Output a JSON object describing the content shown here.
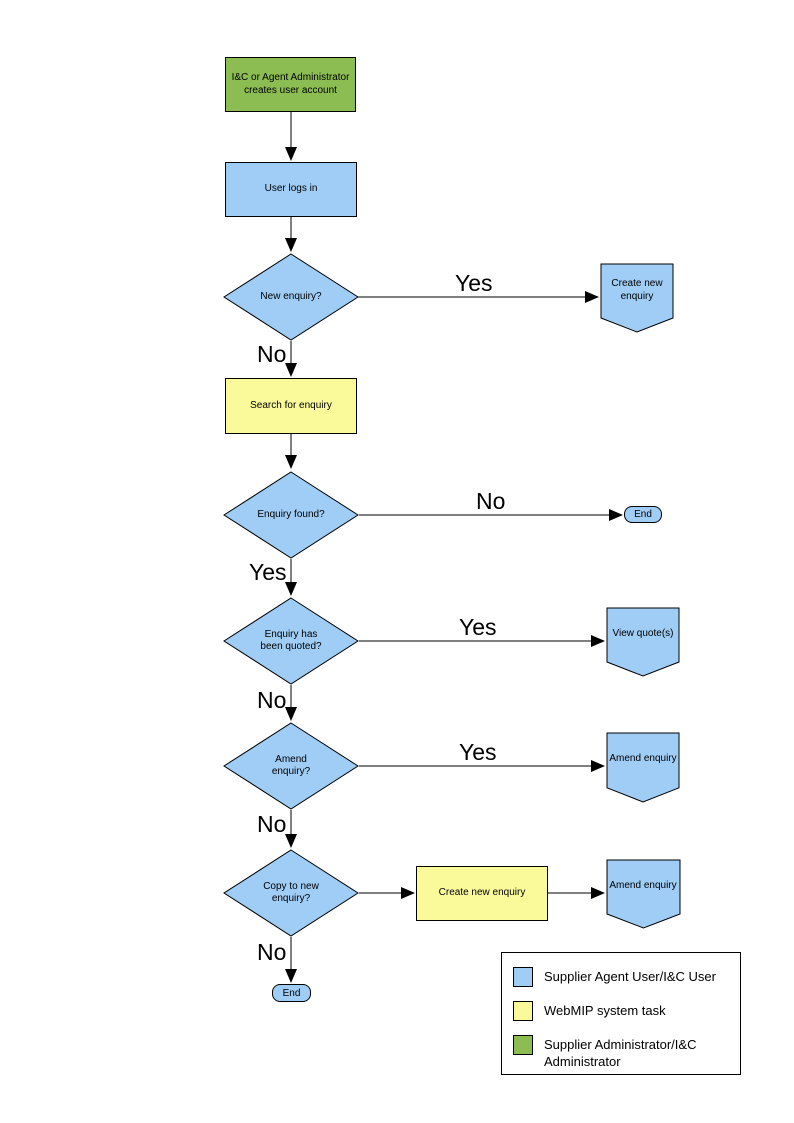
{
  "colors": {
    "user": "#9FCDF5",
    "system": "#FAFA9B",
    "admin": "#8CBD52",
    "line": "#000000"
  },
  "flowchart": {
    "nodes": {
      "create_account": "I&C or Agent Administrator creates user account",
      "user_logs_in": "User logs in",
      "new_enquiry_q": "New enquiry?",
      "create_new_enquiry_ref": "Create new enquiry",
      "search_for_enquiry": "Search for enquiry",
      "enquiry_found_q": "Enquiry found?",
      "end_right": "End",
      "enquiry_quoted_q": "Enquiry has been quoted?",
      "view_quotes_ref": "View quote(s)",
      "amend_enquiry_q": "Amend enquiry?",
      "amend_enquiry_ref": "Amend enquiry",
      "copy_to_new_q": "Copy to new enquiry?",
      "create_new_enquiry_task": "Create new enquiry",
      "amend_enquiry_ref2": "Amend enquiry",
      "end_bottom": "End"
    },
    "edge_labels": {
      "new_enquiry_yes": "Yes",
      "new_enquiry_no": "No",
      "enquiry_found_no": "No",
      "enquiry_found_yes": "Yes",
      "quoted_yes": "Yes",
      "quoted_no": "No",
      "amend_yes": "Yes",
      "amend_no": "No",
      "copy_no": "No"
    }
  },
  "legend": {
    "items": [
      {
        "key": "user",
        "label": "Supplier Agent User/I&C User"
      },
      {
        "key": "system",
        "label": "WebMIP system task"
      },
      {
        "key": "admin",
        "label": "Supplier Administrator/I&C Administrator"
      }
    ]
  }
}
